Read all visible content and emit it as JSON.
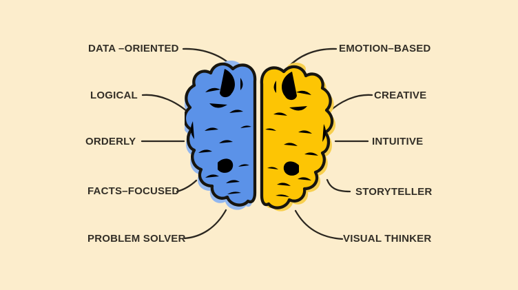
{
  "colors": {
    "background": "#fcedcc",
    "left_hemisphere": "#5b92e8",
    "left_hemisphere_shadow": "#92b7ef",
    "right_hemisphere": "#fdc504",
    "right_hemisphere_shadow": "#f7cf4e",
    "outline": "#17150f",
    "text": "#332f27",
    "leader_line": "#2b2720"
  },
  "labels": [
    {
      "id": "data-oriented",
      "side": "left",
      "text": "DATA –ORIENTED"
    },
    {
      "id": "logical",
      "side": "left",
      "text": "LOGICAL"
    },
    {
      "id": "orderly",
      "side": "left",
      "text": "ORDERLY"
    },
    {
      "id": "facts-focused",
      "side": "left",
      "text": "FACTS–FOCUSED"
    },
    {
      "id": "problem-solver",
      "side": "left",
      "text": "PROBLEM SOLVER"
    },
    {
      "id": "emotion-based",
      "side": "right",
      "text": "EMOTION–BASED"
    },
    {
      "id": "creative",
      "side": "right",
      "text": "CREATIVE"
    },
    {
      "id": "intuitive",
      "side": "right",
      "text": "INTUITIVE"
    },
    {
      "id": "storyteller",
      "side": "right",
      "text": "STORYTELLER"
    },
    {
      "id": "visual-thinker",
      "side": "right",
      "text": "VISUAL THINKER"
    }
  ]
}
